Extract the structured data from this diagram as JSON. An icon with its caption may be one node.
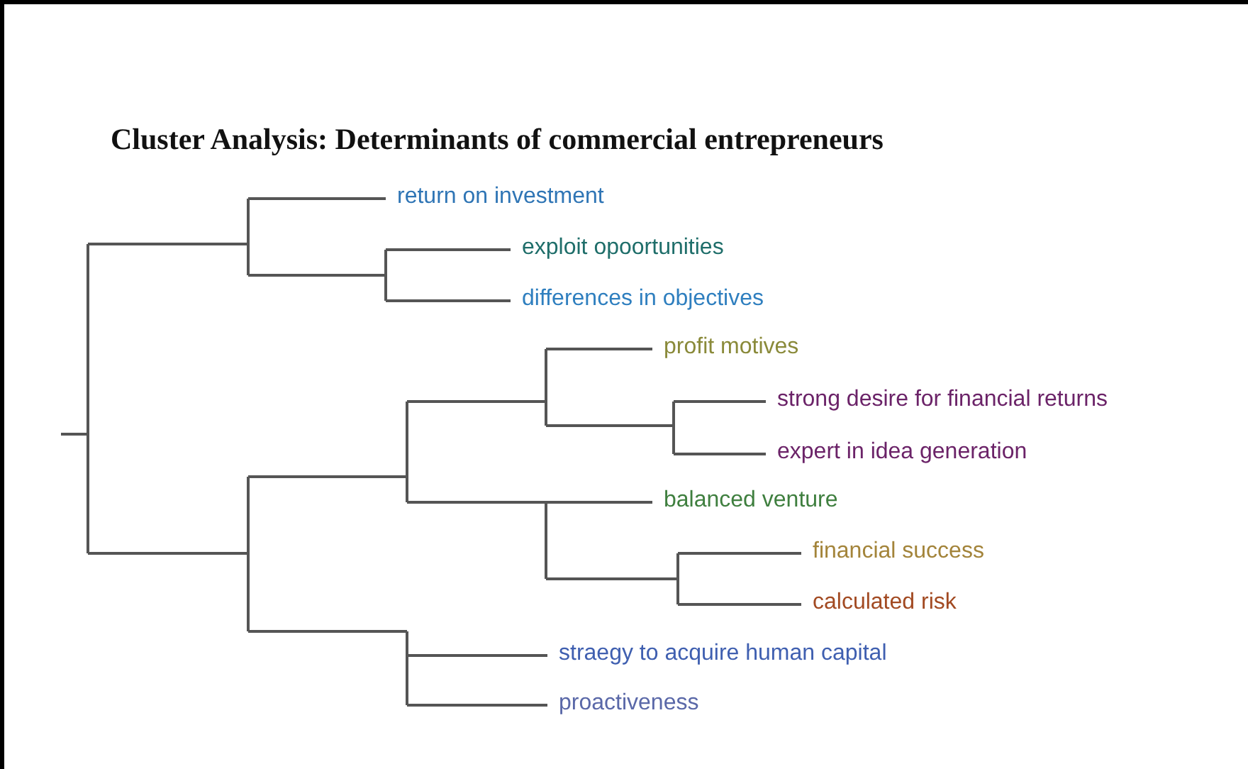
{
  "diagram": {
    "title": "Cluster Analysis: Determinants of commercial entrepreneurs",
    "labels": [
      "return on investment",
      "exploit opoortunities",
      "differences in objectives",
      "profit motives",
      "strong desire for financial returns",
      "expert in idea generation",
      "balanced venture",
      "financial success",
      "calculated risk",
      "straegy to acquire human capital",
      "proactiveness"
    ]
  }
}
